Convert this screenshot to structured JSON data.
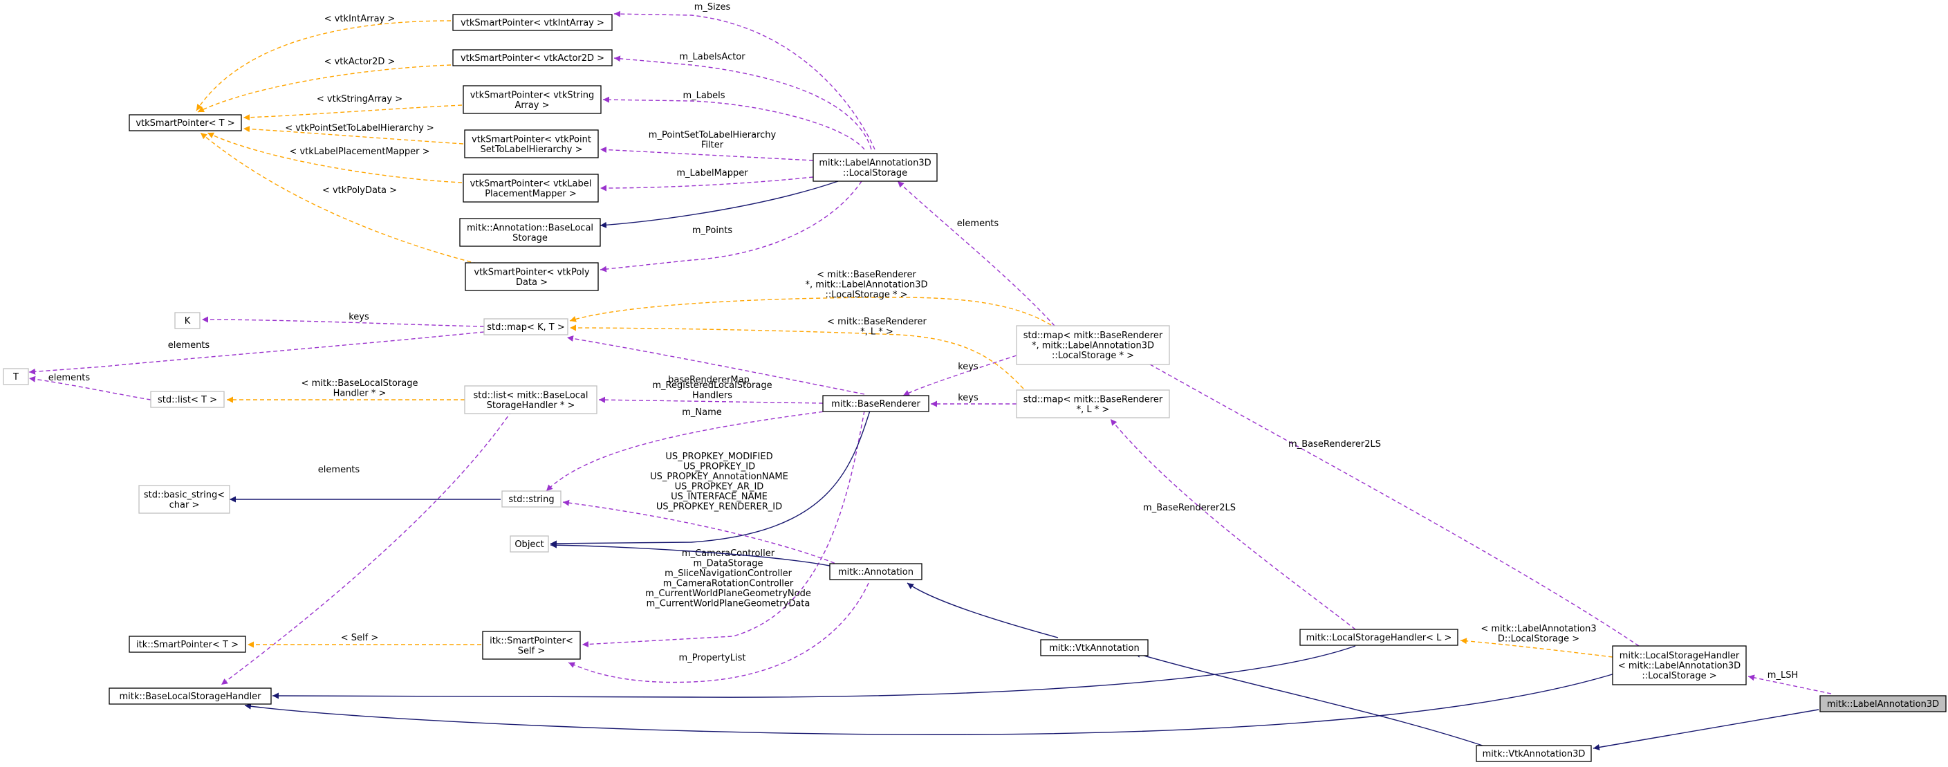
{
  "colors": {
    "inheritance": "#191970",
    "usage": "#9a32cd",
    "template": "#ffa500",
    "external_border": "#bfbfbf",
    "focus_fill": "#bfbfbf"
  },
  "nodes": {
    "vtkIntArray": [
      "vtkSmartPointer< vtkIntArray >"
    ],
    "vtkActor2D": [
      "vtkSmartPointer< vtkActor2D >"
    ],
    "vtkStringArray": [
      "vtkSmartPointer< vtkString",
      "Array >"
    ],
    "vtkPSTLH": [
      "vtkSmartPointer< vtkPoint",
      "SetToLabelHierarchy >"
    ],
    "vtkLPM": [
      "vtkSmartPointer< vtkLabel",
      "PlacementMapper >"
    ],
    "baseLocalStorage": [
      "mitk::Annotation::BaseLocal",
      "Storage"
    ],
    "vtkPolyData": [
      "vtkSmartPointer< vtkPoly",
      "Data >"
    ],
    "vtkSmartPointerT": [
      "vtkSmartPointer< T >"
    ],
    "localStorage": [
      "mitk::LabelAnnotation3D",
      "::LocalStorage"
    ],
    "K": [
      "K"
    ],
    "mapKT": [
      "std::map< K, T >"
    ],
    "T": [
      "T"
    ],
    "listT": [
      "std::list< T >"
    ],
    "listBLSH": [
      "std::list< mitk::BaseLocal",
      "StorageHandler * >"
    ],
    "baseRenderer": [
      "mitk::BaseRenderer"
    ],
    "mapBRLS": [
      "std::map< mitk::BaseRenderer",
      "*, mitk::LabelAnnotation3D",
      "::LocalStorage * >"
    ],
    "mapBRL": [
      "std::map< mitk::BaseRenderer",
      "*, L * >"
    ],
    "basicString": [
      "std::basic_string<",
      "char >"
    ],
    "stdString": [
      "std::string"
    ],
    "object": [
      "Object"
    ],
    "annotation": [
      "mitk::Annotation"
    ],
    "itkSPT": [
      "itk::SmartPointer< T >"
    ],
    "itkSPSelf": [
      "itk::SmartPointer<",
      "Self >"
    ],
    "vtkAnnotation": [
      "mitk::VtkAnnotation"
    ],
    "lshL": [
      "mitk::LocalStorageHandler< L >"
    ],
    "lshLA": [
      "mitk::LocalStorageHandler",
      "< mitk::LabelAnnotation3D",
      "::LocalStorage >"
    ],
    "baseLSH": [
      "mitk::BaseLocalStorageHandler"
    ],
    "labelAnnotation3D": [
      "mitk::LabelAnnotation3D"
    ],
    "vtkAnnotation3D": [
      "mitk::VtkAnnotation3D"
    ]
  },
  "edge_labels": {
    "m_Sizes": [
      "m_Sizes"
    ],
    "m_LabelsActor": [
      "m_LabelsActor"
    ],
    "m_Labels": [
      "m_Labels"
    ],
    "m_PSTLHF": [
      "m_PointSetToLabelHierarchy",
      "Filter"
    ],
    "m_LabelMapper": [
      "m_LabelMapper"
    ],
    "m_Points": [
      "m_Points"
    ],
    "t_vtkIntArray": [
      "< vtkIntArray >"
    ],
    "t_vtkActor2D": [
      "< vtkActor2D >"
    ],
    "t_vtkStringArray": [
      "< vtkStringArray >"
    ],
    "t_vtkPSTLH": [
      "< vtkPointSetToLabelHierarchy >"
    ],
    "t_vtkLPM": [
      "< vtkLabelPlacementMapper >"
    ],
    "t_vtkPolyData": [
      "< vtkPolyData >"
    ],
    "elements_ls": [
      "elements"
    ],
    "t_mapBRLS": [
      "< mitk::BaseRenderer",
      "*, mitk::LabelAnnotation3D",
      "::LocalStorage * >"
    ],
    "keys_K": [
      "keys"
    ],
    "elements_T": [
      "elements"
    ],
    "t_mapBRL": [
      "< mitk::BaseRenderer",
      "*, L * >"
    ],
    "baseRendererMap": [
      "baseRendererMap"
    ],
    "keys_mapBRLS": [
      "keys"
    ],
    "elements_list": [
      "elements"
    ],
    "t_listBLSH": [
      "< mitk::BaseLocalStorage",
      "Handler * >"
    ],
    "m_RegisteredLSH": [
      "m_RegisteredLocalStorage",
      "Handlers"
    ],
    "keys_mapBRL": [
      "keys"
    ],
    "m_Name": [
      "m_Name"
    ],
    "m_BaseRenderer2LS_a": [
      "m_BaseRenderer2LS"
    ],
    "elements_blsh": [
      "elements"
    ],
    "us_props": [
      "US_PROPKEY_MODIFIED",
      "US_PROPKEY_ID",
      "US_PROPKEY_AnnotationNAME",
      "US_PROPKEY_AR_ID",
      "US_INTERFACE_NAME",
      "US_PROPKEY_RENDERER_ID"
    ],
    "m_BaseRenderer2LS_b": [
      "m_BaseRenderer2LS"
    ],
    "m_controllers": [
      "m_CameraController",
      "m_DataStorage",
      "m_SliceNavigationController",
      "m_CameraRotationController",
      "m_CurrentWorldPlaneGeometryNode",
      "m_CurrentWorldPlaneGeometryData"
    ],
    "t_self": [
      "< Self >"
    ],
    "t_lshLA": [
      "< mitk::LabelAnnotation3",
      "D::LocalStorage >"
    ],
    "m_LSH": [
      "m_LSH"
    ],
    "m_PropertyList": [
      "m_PropertyList"
    ]
  }
}
